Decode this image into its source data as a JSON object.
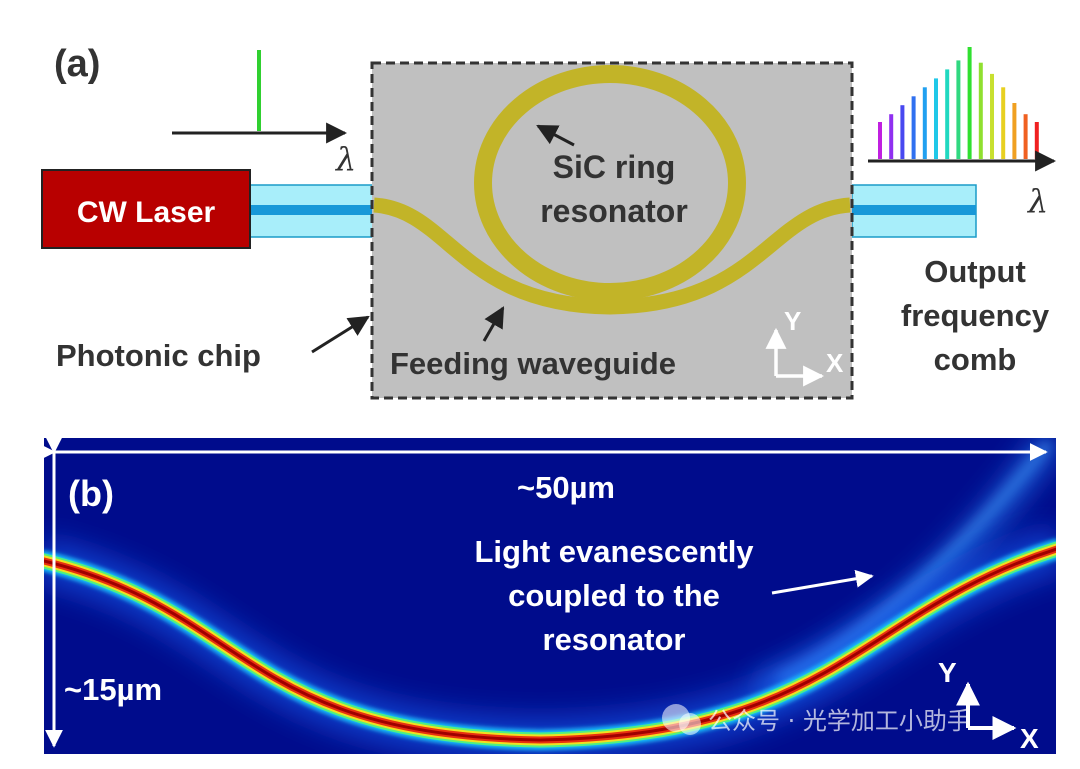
{
  "panel_a": {
    "label": "(a)",
    "laser_label": "CW Laser",
    "input_axis_symbol": "λ",
    "output_axis_symbol": "λ",
    "ring_label_line1": "SiC ring",
    "ring_label_line2": "resonator",
    "waveguide_label": "Feeding waveguide",
    "chip_label": "Photonic chip",
    "output_label_line1": "Output",
    "output_label_line2": "frequency",
    "output_label_line3": "comb",
    "axis_y": "Y",
    "axis_x": "X",
    "comb_lines": [
      {
        "h": 0.33,
        "color": "#c020e0"
      },
      {
        "h": 0.4,
        "color": "#9030f0"
      },
      {
        "h": 0.48,
        "color": "#4848f0"
      },
      {
        "h": 0.56,
        "color": "#3070f0"
      },
      {
        "h": 0.64,
        "color": "#20a0f0"
      },
      {
        "h": 0.72,
        "color": "#20c8e8"
      },
      {
        "h": 0.8,
        "color": "#20d8c0"
      },
      {
        "h": 0.88,
        "color": "#30d880"
      },
      {
        "h": 1.0,
        "color": "#30e030"
      },
      {
        "h": 0.86,
        "color": "#90e030"
      },
      {
        "h": 0.76,
        "color": "#c8e030"
      },
      {
        "h": 0.64,
        "color": "#e8d020"
      },
      {
        "h": 0.5,
        "color": "#f0a020"
      },
      {
        "h": 0.4,
        "color": "#f06020"
      },
      {
        "h": 0.33,
        "color": "#f02020"
      }
    ]
  },
  "panel_b": {
    "label": "(b)",
    "width_label": "~50µm",
    "height_label": "~15µm",
    "annotation_line1": "Light evanescently",
    "annotation_line2": "coupled to the",
    "annotation_line3": "resonator",
    "axis_y": "Y",
    "axis_x": "X"
  },
  "watermark": "公众号 · 光学加工小助手",
  "colors": {
    "laser_red": "#b80000",
    "ring_olive": "#c2b428",
    "chip_gray": "#c0c0c0",
    "fiber_cyan": "#a8eefa",
    "fiber_core": "#1898d8",
    "sim_background": "#000c8c"
  }
}
